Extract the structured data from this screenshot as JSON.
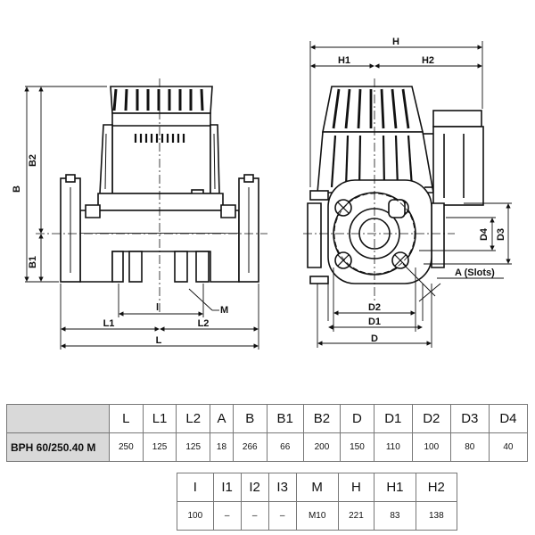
{
  "dims": {
    "H": "H",
    "H1": "H1",
    "H2": "H2",
    "B": "B",
    "B1": "B1",
    "B2": "B2",
    "L": "L",
    "L1": "L1",
    "L2": "L2",
    "M": "M",
    "D": "D",
    "D1": "D1",
    "D2": "D2",
    "D3": "D3",
    "D4": "D4",
    "slots": "A (Slots)"
  },
  "table1": {
    "headers": [
      "L",
      "L1",
      "L2",
      "A",
      "B",
      "B1",
      "B2",
      "D",
      "D1",
      "D2",
      "D3",
      "D4"
    ],
    "model": "BPH 60/250.40 M",
    "values": [
      "250",
      "125",
      "125",
      "18",
      "266",
      "66",
      "200",
      "150",
      "110",
      "100",
      "80",
      "40"
    ]
  },
  "table2": {
    "headers": [
      "I",
      "I1",
      "I2",
      "I3",
      "M",
      "H",
      "H1",
      "H2"
    ],
    "values": [
      "100",
      "–",
      "–",
      "–",
      "M10",
      "221",
      "83",
      "138"
    ]
  }
}
